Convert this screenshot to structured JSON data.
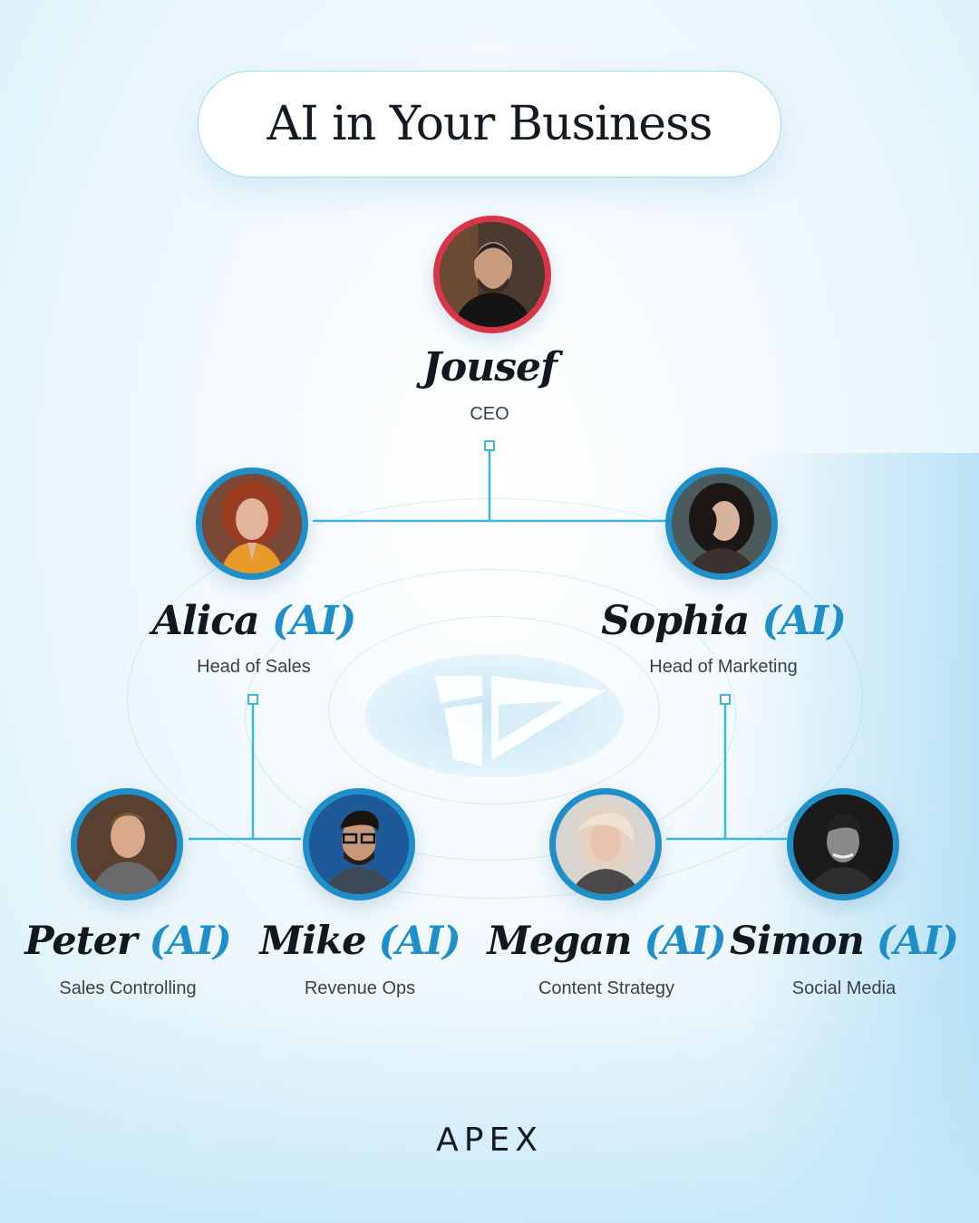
{
  "title": "AI in Your Business",
  "ceo": {
    "name": "Jousef",
    "role": "CEO"
  },
  "heads": [
    {
      "name": "Alica",
      "tag": "(AI)",
      "role": "Head of Sales"
    },
    {
      "name": "Sophia",
      "tag": "(AI)",
      "role": "Head of Marketing"
    }
  ],
  "team": [
    {
      "name": "Peter",
      "tag": "(AI)",
      "role": "Sales Controlling"
    },
    {
      "name": "Mike",
      "tag": "(AI)",
      "role": "Revenue Ops"
    },
    {
      "name": "Megan",
      "tag": "(AI)",
      "role": "Content Strategy"
    },
    {
      "name": "Simon",
      "tag": "(AI)",
      "role": "Social Media"
    }
  ],
  "brand": "APEX",
  "colors": {
    "accent": "#1f8fca",
    "ceo_ring": "#d93447",
    "connector": "#3bb7d8",
    "text": "#141a22"
  },
  "icons": {
    "portrait": "person-portrait-icon",
    "node": "connector-node-icon",
    "logo": "apex-logo"
  }
}
